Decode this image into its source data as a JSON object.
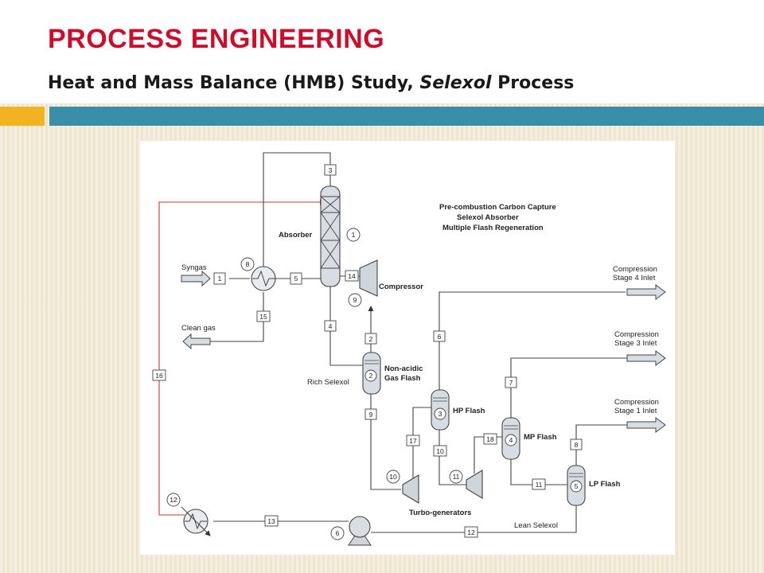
{
  "slide": {
    "title": "PROCESS ENGINEERING",
    "subtitle_plain": "Heat and Mass Balance (HMB) Study, ",
    "subtitle_italic": "Selexol",
    "subtitle_end": " Process"
  },
  "diagram": {
    "heading_lines": [
      "Pre-combustion Carbon Capture",
      "Selexol Absorber",
      "Multiple Flash Regeneration"
    ],
    "units": {
      "absorber": "Absorber",
      "compressor": "Compressor",
      "non_acidic_1": "Non-acidic",
      "non_acidic_2": "Gas Flash",
      "hp_flash": "HP Flash",
      "mp_flash": "MP Flash",
      "lp_flash": "LP Flash",
      "turbo": "Turbo-generators"
    },
    "streams": {
      "syngas": "Syngas",
      "clean_gas": "Clean gas",
      "rich_selexol": "Rich Selexol",
      "lean_selexol": "Lean Selexol",
      "comp4_1": "Compression",
      "comp4_2": "Stage 4 Inlet",
      "comp3_1": "Compression",
      "comp3_2": "Stage 3 Inlet",
      "comp1_1": "Compression",
      "comp1_2": "Stage 1 Inlet"
    },
    "equipment_numbers": {
      "absorber": "1",
      "non_acidic": "2",
      "hp": "3",
      "mp": "4",
      "lp": "5",
      "pump": "6",
      "hx": "8",
      "compressor": "9",
      "turbo1": "10",
      "turbo2": "11",
      "cooler": "12"
    },
    "stream_numbers": {
      "s1": "1",
      "s2": "2",
      "s3": "3",
      "s4": "4",
      "s5": "5",
      "s6": "6",
      "s7": "7",
      "s8": "8",
      "s9": "9",
      "s10": "10",
      "s11": "11",
      "s12": "12",
      "s13": "13",
      "s14": "14",
      "s15": "15",
      "s16": "16",
      "s17": "17",
      "s18": "18"
    }
  }
}
